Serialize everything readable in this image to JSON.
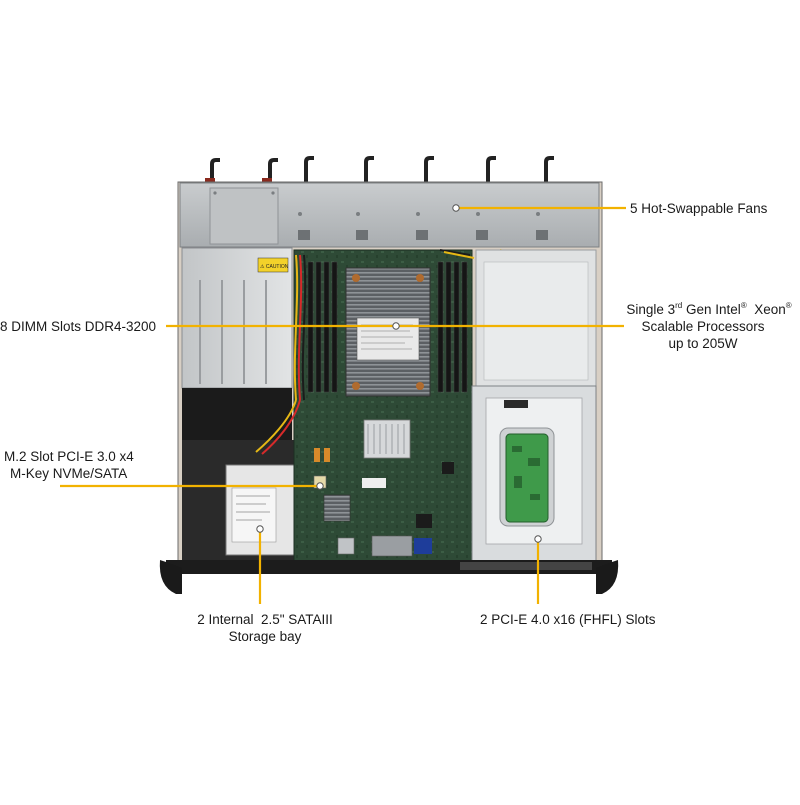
{
  "callouts": {
    "fans": "5 Hot-Swappable Fans",
    "cpu": {
      "line1_a": "Single 3",
      "line1_sup_rd": "rd",
      "line1_b": " Gen Intel",
      "line1_reg1": "®",
      "line1_c": "  Xeon",
      "line1_reg2": "®",
      "line2": "Scalable Processors",
      "line3": "up to 205W"
    },
    "dimm": "8 DIMM Slots DDR4-3200",
    "m2": {
      "line1": "M.2 Slot PCI-E 3.0 x4",
      "line2": "M-Key NVMe/SATA"
    },
    "storage": {
      "line1": "2 Internal  2.5\" SATAIII",
      "line2": "Storage bay"
    },
    "pcie": "2 PCI-E 4.0 x16 (FHFL) Slots"
  },
  "board_text": {
    "warning_sticker": "⚠ CAUTION"
  },
  "colors": {
    "leader_line": "#f2b200",
    "chassis": "#b9bcbf",
    "pcb": "#2f4a35",
    "background": "#ffffff"
  }
}
